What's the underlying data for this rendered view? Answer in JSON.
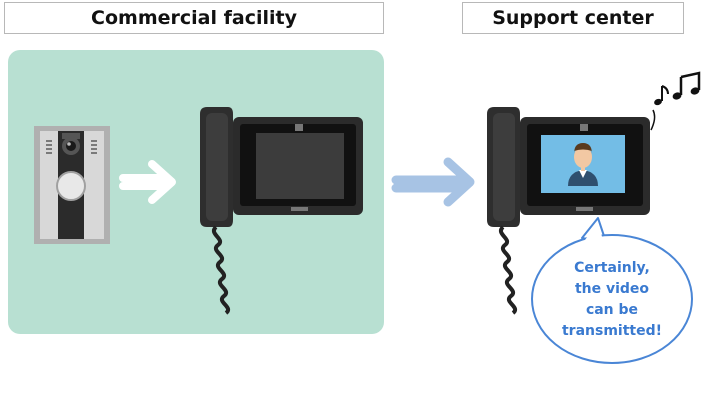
{
  "labels": {
    "commercial_facility": "Commercial facility",
    "support_center": "Support center"
  },
  "speech_bubble": {
    "lines": [
      "Certainly,",
      "the video",
      "can be",
      "transmitted!"
    ]
  },
  "icons": {
    "door_station": "intercom-door-station-icon",
    "master_monitor": "video-intercom-monitor-icon",
    "operator": "person-avatar-icon",
    "music": "music-notes-icon",
    "flow_arrow": "right-arrow-icon"
  },
  "colors": {
    "panel_green": "#b8e0d2",
    "arrow_white": "#ffffff",
    "arrow_blue": "#a7c3e4",
    "bubble_border": "#4a86d6",
    "bubble_text": "#3a7ad0",
    "screen_blue": "#73bde6",
    "device_dark": "#2e2e2e"
  }
}
